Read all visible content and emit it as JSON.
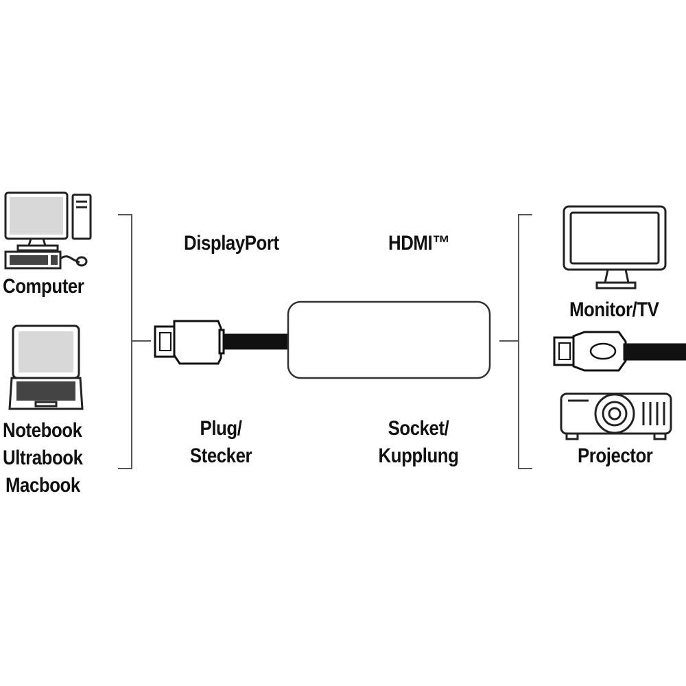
{
  "source_devices": {
    "computer": "Computer",
    "notebook_lines": [
      "Notebook",
      "Ultrabook",
      "Macbook"
    ]
  },
  "connectors": {
    "plug_type": "DisplayPort",
    "socket_type": "HDMI™",
    "plug_label": [
      "Plug/",
      "Stecker"
    ],
    "socket_label": [
      "Socket/",
      "Kupplung"
    ]
  },
  "target_devices": {
    "monitor": "Monitor/TV",
    "projector": "Projector"
  },
  "icons": [
    "computer-icon",
    "notebook-icon",
    "displayport-plug-icon",
    "adapter-body-icon",
    "monitor-icon",
    "hdmi-plug-icon",
    "projector-icon"
  ]
}
